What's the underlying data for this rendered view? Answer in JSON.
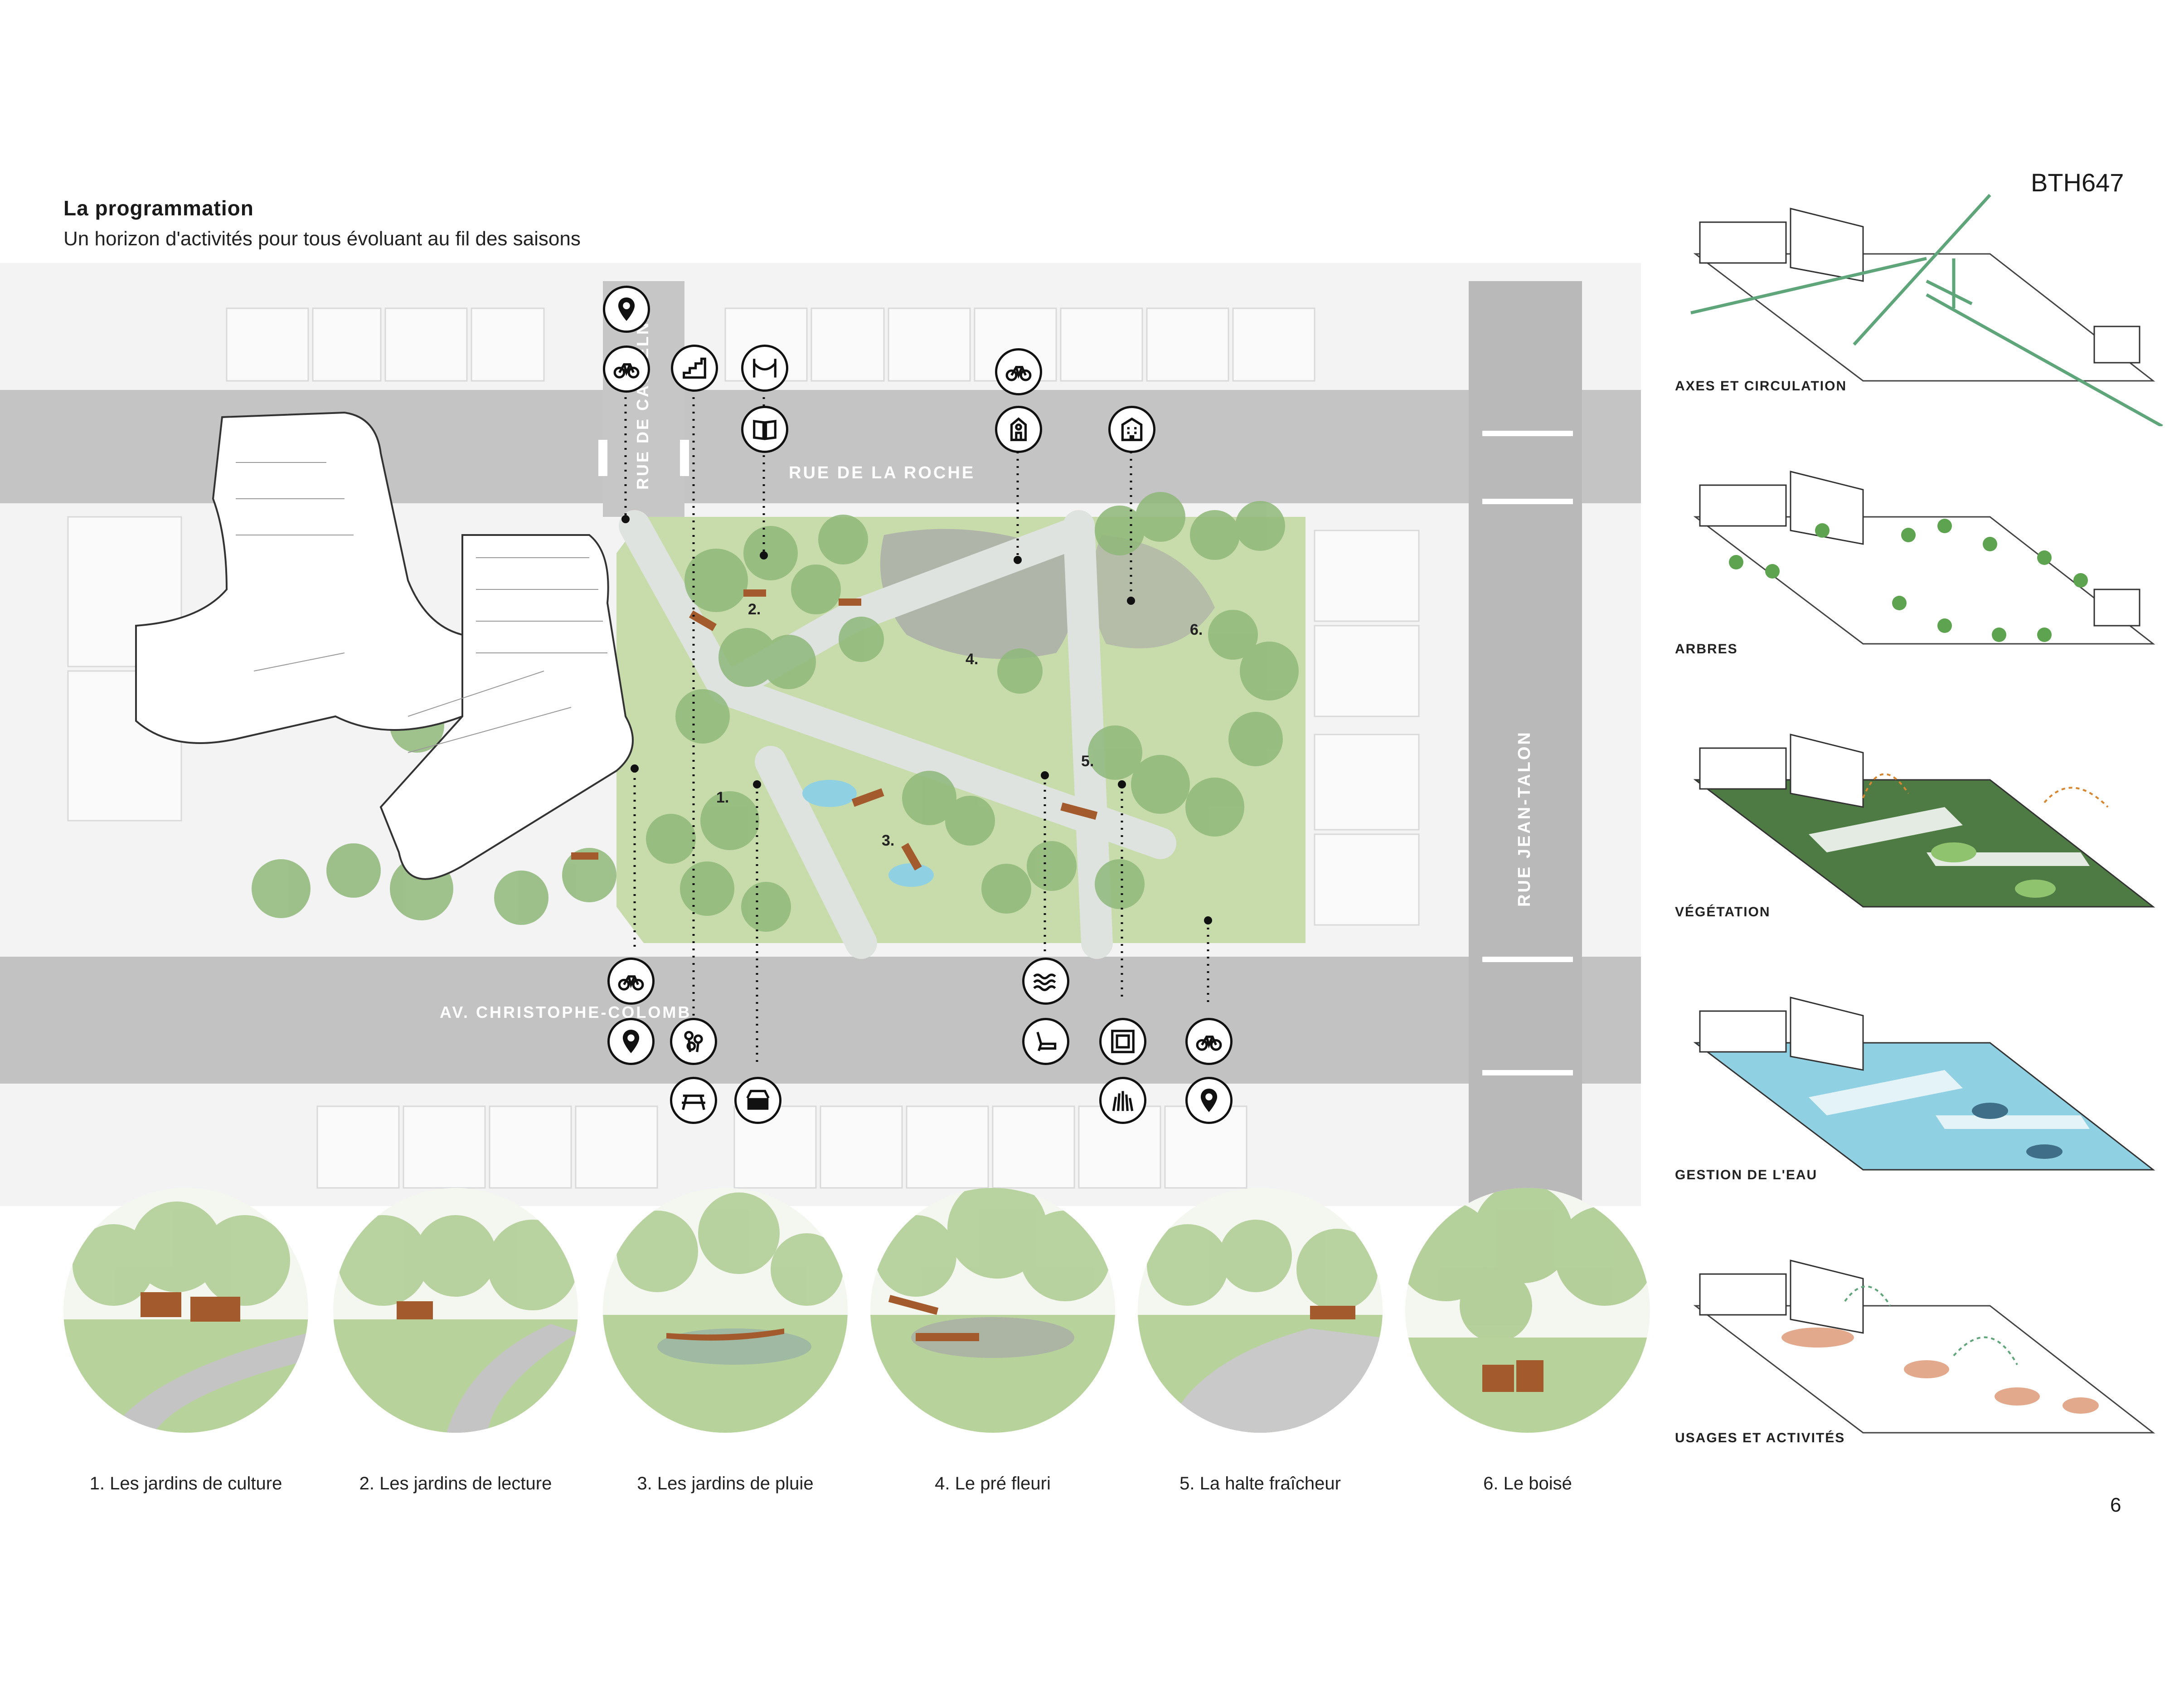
{
  "header": {
    "title": "La programmation",
    "subtitle": "Un horizon d'activités pour tous évoluant au fil des saisons",
    "code": "BTH647",
    "page_number": "6"
  },
  "plan": {
    "streets": {
      "top": "RUE DE LA ROCHE",
      "bottom": "AV. CHRISTOPHE-COLOMB",
      "left": "RUE DE CASTELNAU",
      "right": "RUE JEAN-TALON"
    },
    "zone_numbers": [
      "1.",
      "2.",
      "3.",
      "4.",
      "5.",
      "6."
    ],
    "icons": [
      "location-pin-icon",
      "bicycle-icon",
      "stairs-icon",
      "hammock-icon",
      "book-icon",
      "bicycle-icon",
      "playground-icon",
      "building-icon",
      "bicycle-icon",
      "location-pin-icon",
      "flowers-icon",
      "picnic-table-icon",
      "market-stall-icon",
      "water-waves-icon",
      "lounge-chair-icon",
      "frame-icon",
      "grass-icon",
      "bicycle-icon",
      "location-pin-icon"
    ]
  },
  "vignettes": [
    {
      "caption": "1. Les jardins de culture"
    },
    {
      "caption": "2. Les jardins de lecture"
    },
    {
      "caption": "3. Les jardins de pluie"
    },
    {
      "caption": "4. Le pré fleuri"
    },
    {
      "caption": "5. La halte fraîcheur"
    },
    {
      "caption": "6. Le boisé"
    }
  ],
  "axonometrics": [
    {
      "label": "AXES ET CIRCULATION"
    },
    {
      "label": "ARBRES"
    },
    {
      "label": "VÉGÉTATION"
    },
    {
      "label": "GESTION DE L'EAU"
    },
    {
      "label": "USAGES ET ACTIVITÉS"
    }
  ],
  "colors": {
    "grass": "#c7dcaa",
    "tree": "#8fb87a",
    "road": "#bdbdbd",
    "path": "#dfe3e0",
    "wood": "#a35a2c",
    "water": "#8fd0e3",
    "vegetation_dark": "#4e7a43",
    "circulation": "#5fa57a",
    "activity": "#e3a98c"
  }
}
